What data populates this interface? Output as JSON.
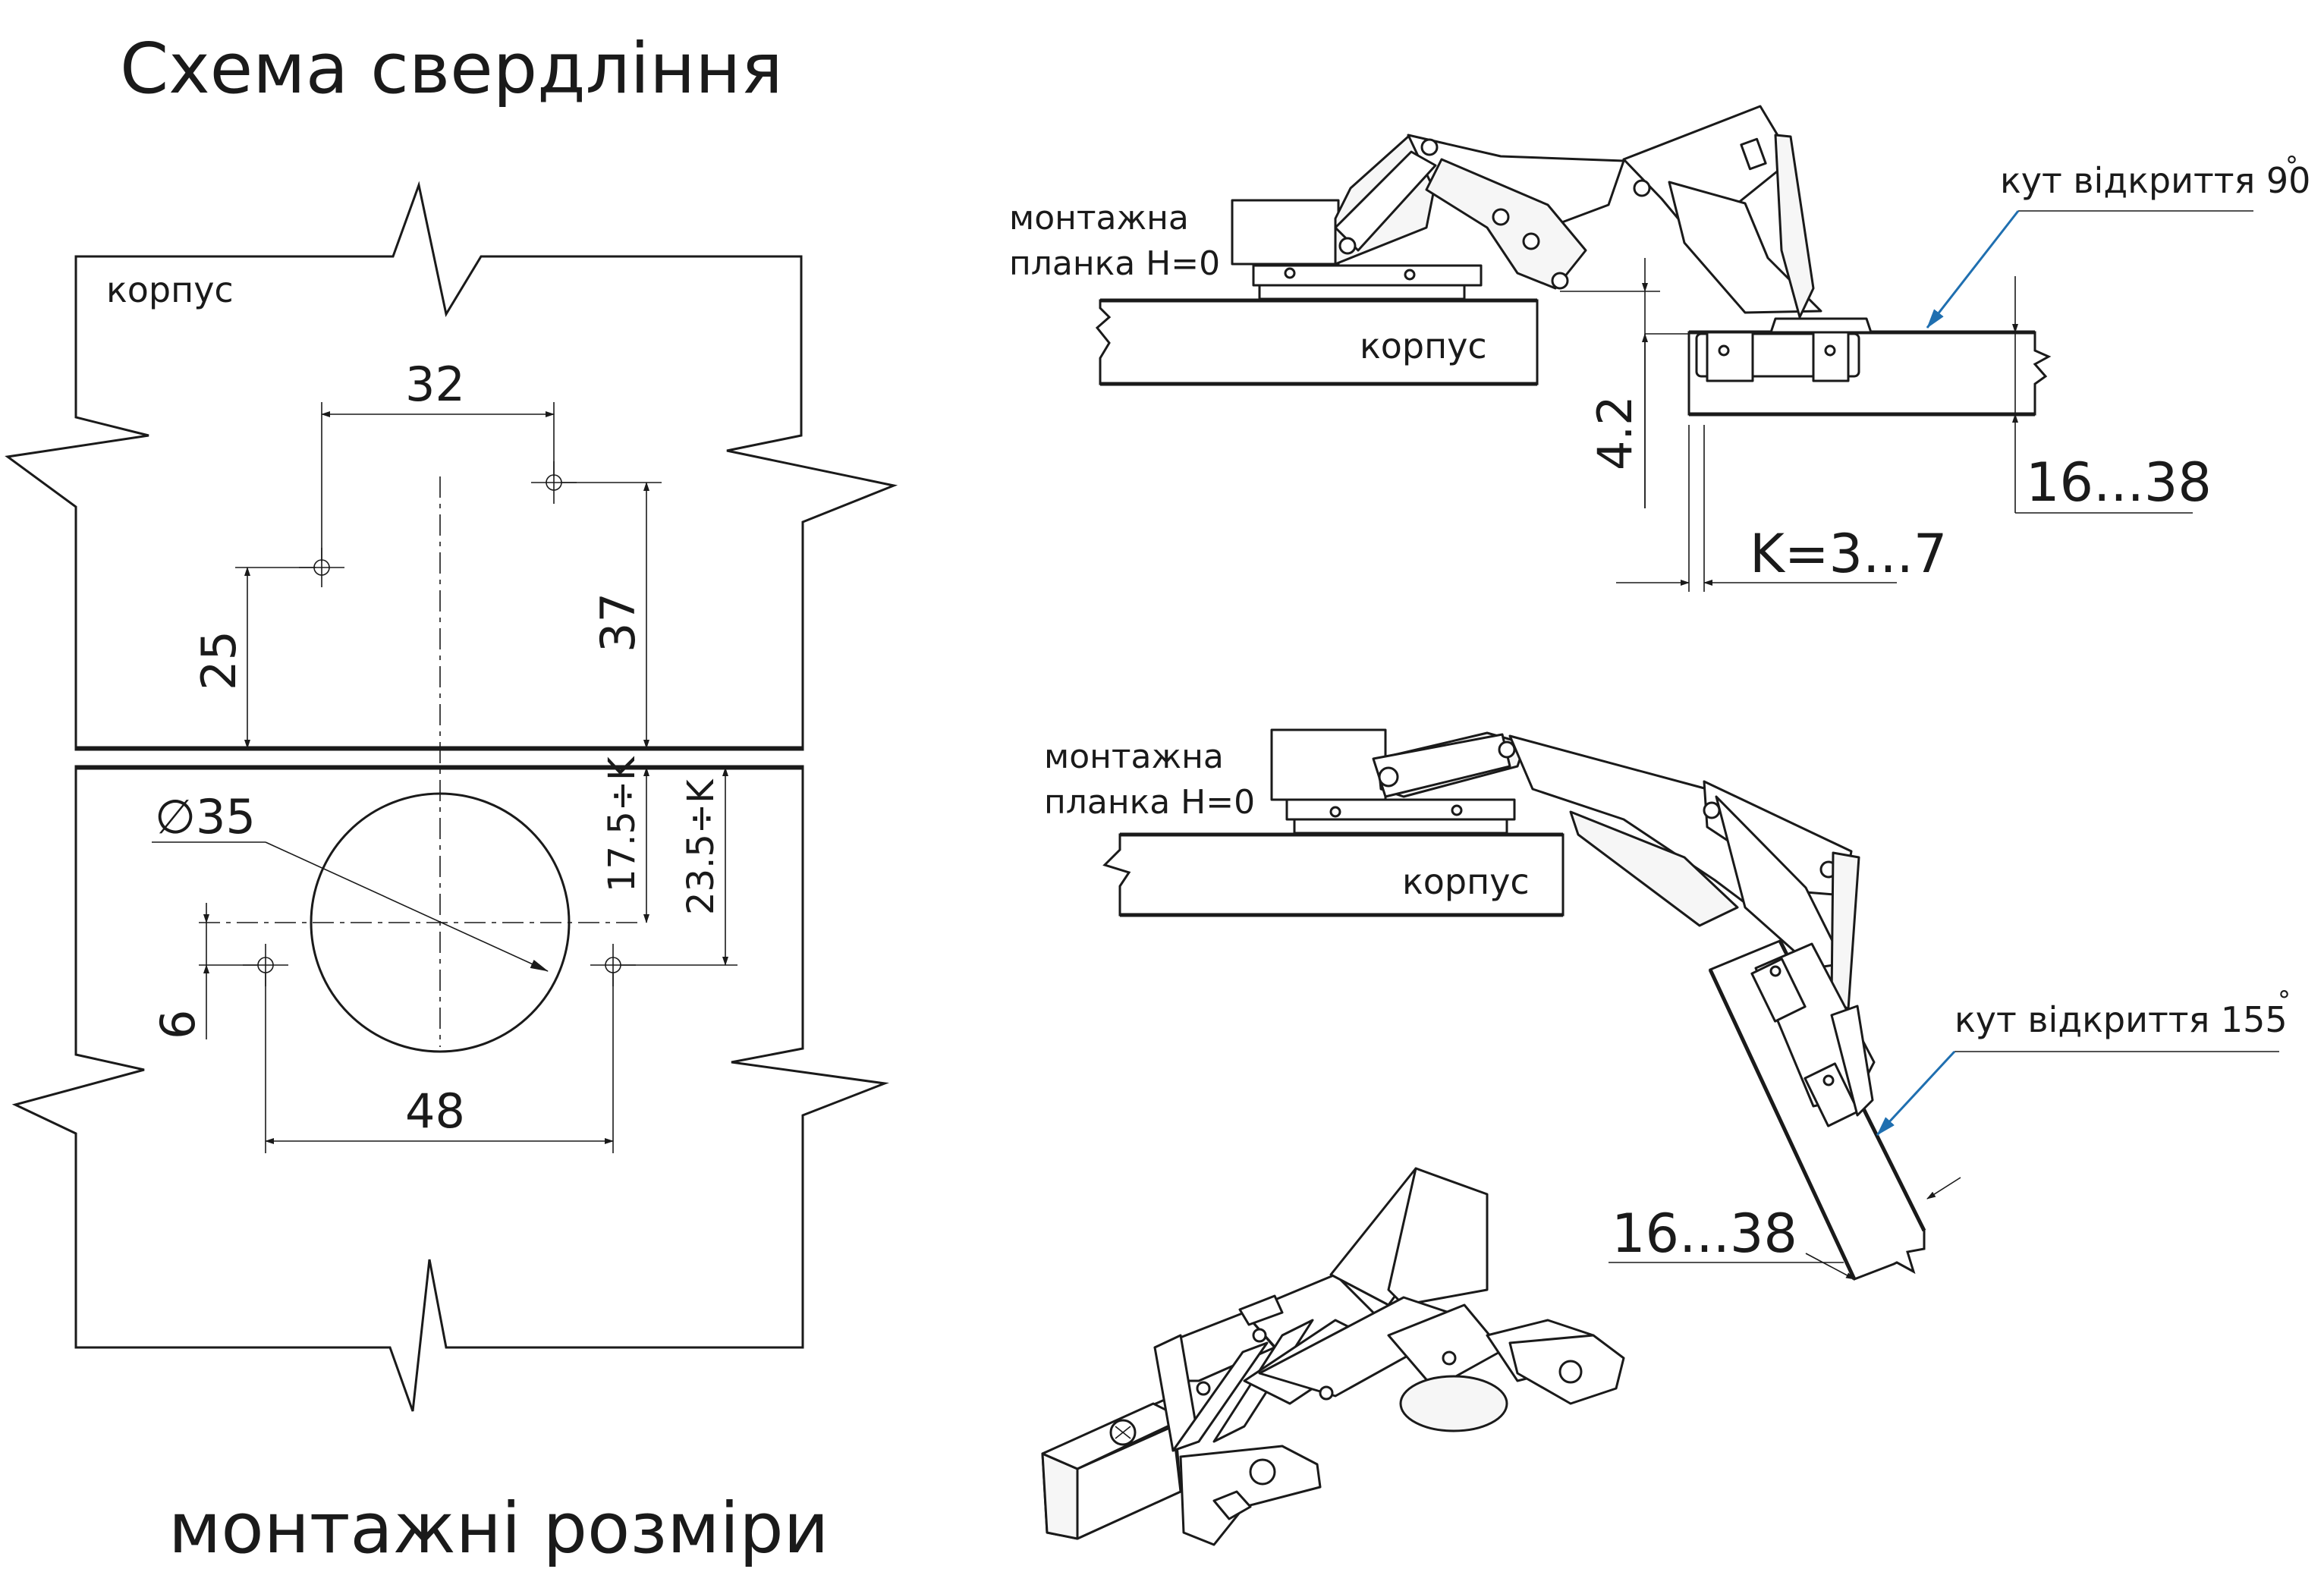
{
  "drilling": {
    "title": "Схема свердління",
    "footer": "монтажні розміри",
    "body_label": "корпус",
    "dim_32": "32",
    "dim_25": "25",
    "dim_37": "37",
    "dim_diameter": "∅35",
    "dim_17": "17.5÷K",
    "dim_23": "23.5÷K",
    "dim_6": "6",
    "dim_48": "48"
  },
  "view_90": {
    "plate_label_1": "монтажна",
    "plate_label_2": "планка H=0",
    "body_label": "корпус",
    "angle_label": "кут відкриття 90",
    "deg": "°",
    "dim_42": "4.2",
    "dim_k": "K=3...7",
    "dim_thickness": "16...38"
  },
  "view_155": {
    "plate_label_1": "монтажна",
    "plate_label_2": "планка H=0",
    "body_label": "корпус",
    "angle_label": "кут відкриття 155",
    "deg": "°",
    "dim_thickness": "16...38"
  },
  "colors": {
    "line": "#1a1a1a",
    "arrow_accent": "#1f6fb0"
  },
  "icons": [
    "hinge-isometric-icon"
  ]
}
